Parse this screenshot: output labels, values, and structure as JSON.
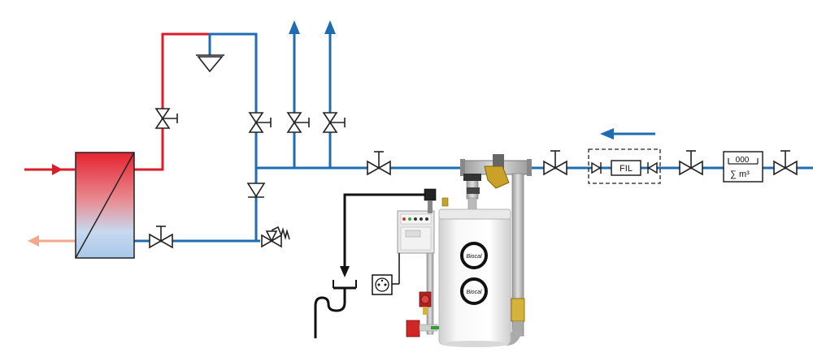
{
  "labels": {
    "filter": "FIL",
    "meter_top": "000",
    "meter_bottom": "∑ m³",
    "brand_1": "Biocal",
    "brand_2": "Biocal"
  },
  "colors": {
    "hot_water": "#d81e2a",
    "cold_water": "#1f6cb0",
    "return_light": "#f0a98a",
    "flow_arrow": "#1f6cb0",
    "valve_outline": "#222222",
    "drain": "#111111"
  },
  "icons": {
    "heat_exchanger": "plate-heat-exchanger-icon",
    "valve": "gate-valve-icon",
    "check_valve": "check-valve-icon",
    "safety_valve": "safety-valve-icon",
    "expansion": "expansion-funnel-icon",
    "filter": "filter-icon",
    "water_meter": "water-meter-icon",
    "drain": "drain-siphon-icon",
    "outlet": "power-outlet-icon",
    "control_box": "control-panel-icon",
    "pump": "circulation-pump-icon",
    "tank": "softener-tank-icon"
  }
}
